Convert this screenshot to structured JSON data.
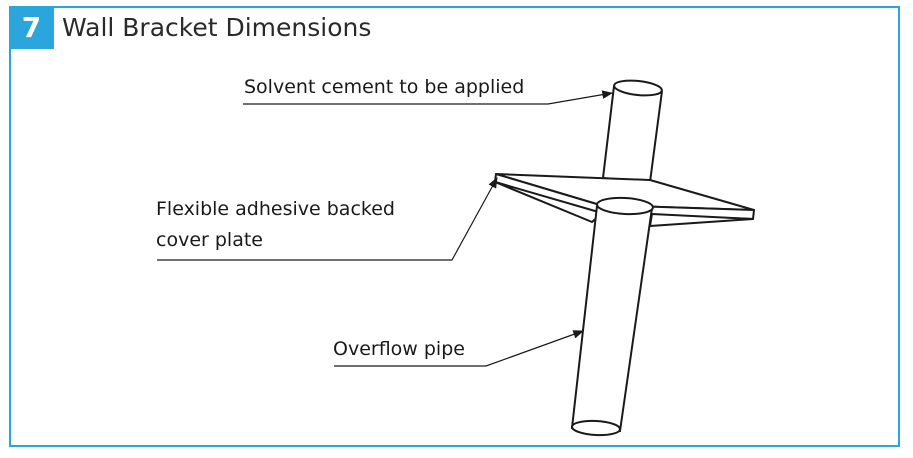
{
  "step": {
    "number": "7",
    "title": "Wall Bracket Dimensions"
  },
  "callouts": {
    "solvent": "Solvent cement to be applied",
    "plate_line1": "Flexible adhesive backed",
    "plate_line2": "cover plate",
    "overflow": "Overflow pipe"
  },
  "colors": {
    "accent": "#2aa6dc",
    "line": "#1a1a1a"
  }
}
